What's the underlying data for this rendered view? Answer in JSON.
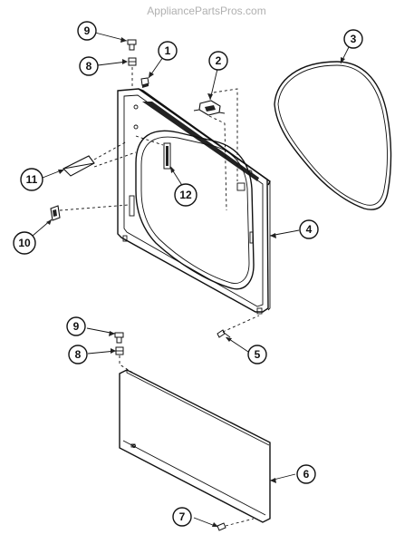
{
  "watermark": "AppliancePartsPros.com",
  "callouts": [
    {
      "id": "c9a",
      "label": "9"
    },
    {
      "id": "c8a",
      "label": "8"
    },
    {
      "id": "c1",
      "label": "1"
    },
    {
      "id": "c2",
      "label": "2"
    },
    {
      "id": "c3",
      "label": "3"
    },
    {
      "id": "c11",
      "label": "11"
    },
    {
      "id": "c12",
      "label": "12"
    },
    {
      "id": "c4",
      "label": "4"
    },
    {
      "id": "c10",
      "label": "10"
    },
    {
      "id": "c5",
      "label": "5"
    },
    {
      "id": "c9b",
      "label": "9"
    },
    {
      "id": "c8b",
      "label": "8"
    },
    {
      "id": "c6",
      "label": "6"
    },
    {
      "id": "c7",
      "label": "7"
    }
  ]
}
